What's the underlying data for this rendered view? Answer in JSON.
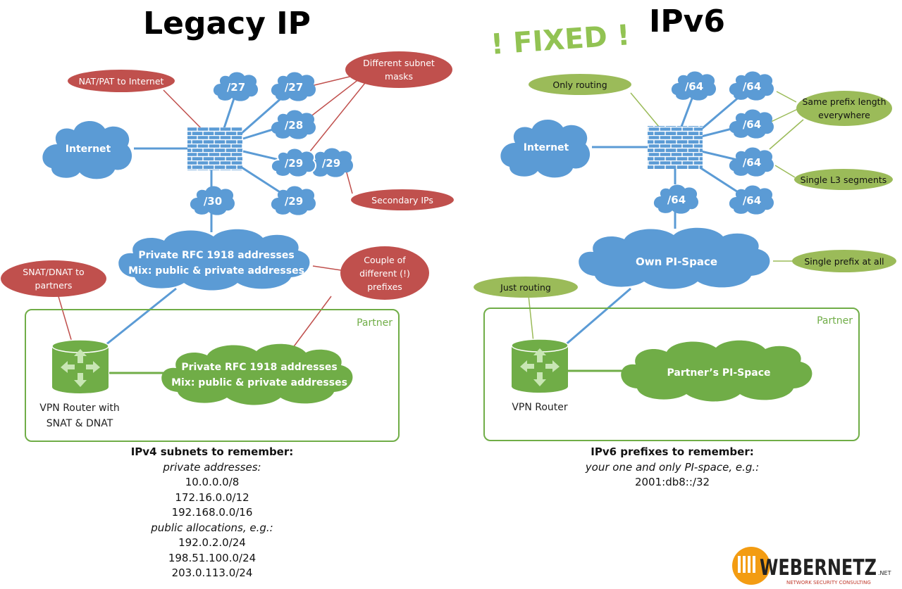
{
  "legacy": {
    "title": "Legacy IP",
    "internet": "Internet",
    "clouds": {
      "s27a": "/27",
      "s27b": "/27",
      "s28": "/28",
      "s29a": "/29",
      "s29b": "/29",
      "s29c": "/29",
      "s30": "/30"
    },
    "private_cloud": [
      "Private RFC 1918 addresses",
      "Mix: public & private addresses"
    ],
    "partner_cloud": [
      "Private RFC 1918 addresses",
      "Mix: public & private addresses"
    ],
    "callouts": {
      "nat": "NAT/PAT to Internet",
      "subnet_masks": [
        "Different subnet",
        "masks"
      ],
      "secondary": "Secondary IPs",
      "snat": [
        "SNAT/DNAT to",
        "partners"
      ],
      "prefixes": [
        "Couple of",
        "different (!)",
        "prefixes"
      ]
    },
    "partner_label": "Partner",
    "router_label": [
      "VPN Router with",
      "SNAT & DNAT"
    ],
    "notes": {
      "heading": "IPv4 subnets to remember:",
      "private_heading": "private addresses:",
      "private": [
        "10.0.0.0/8",
        "172.16.0.0/12",
        "192.168.0.0/16"
      ],
      "public_heading": "public allocations, e.g.:",
      "public": [
        "192.0.2.0/24",
        "198.51.100.0/24",
        "203.0.113.0/24"
      ]
    }
  },
  "ipv6": {
    "title": "IPv6",
    "fixed": "! FIXED !",
    "internet": "Internet",
    "clouds": {
      "p64a": "/64",
      "p64b": "/64",
      "p64c": "/64",
      "p64d": "/64",
      "p64e": "/64",
      "p64f": "/64"
    },
    "pi_cloud": "Own PI-Space",
    "partner_cloud": "Partner’s PI-Space",
    "callouts": {
      "only_routing": "Only routing",
      "same_prefix": [
        "Same prefix length",
        "everywhere"
      ],
      "single_l3": "Single L3 segments",
      "single_prefix": "Single prefix at all",
      "just_routing": "Just routing"
    },
    "partner_label": "Partner",
    "router_label": "VPN Router",
    "notes": {
      "heading": "IPv6 prefixes to remember:",
      "sub": "your one and only PI-space, e.g.:",
      "prefix": "2001:db8::/32"
    }
  },
  "logo": {
    "name": "WEBERNETZ",
    "suffix": ".NET",
    "tagline": "NETWORK SECURITY CONSULTING"
  },
  "colors": {
    "blue": "#5b9bd5",
    "green": "#70ad47",
    "red": "#c0504d",
    "light_green": "#9bbb59",
    "fixed_green": "#92c353"
  }
}
